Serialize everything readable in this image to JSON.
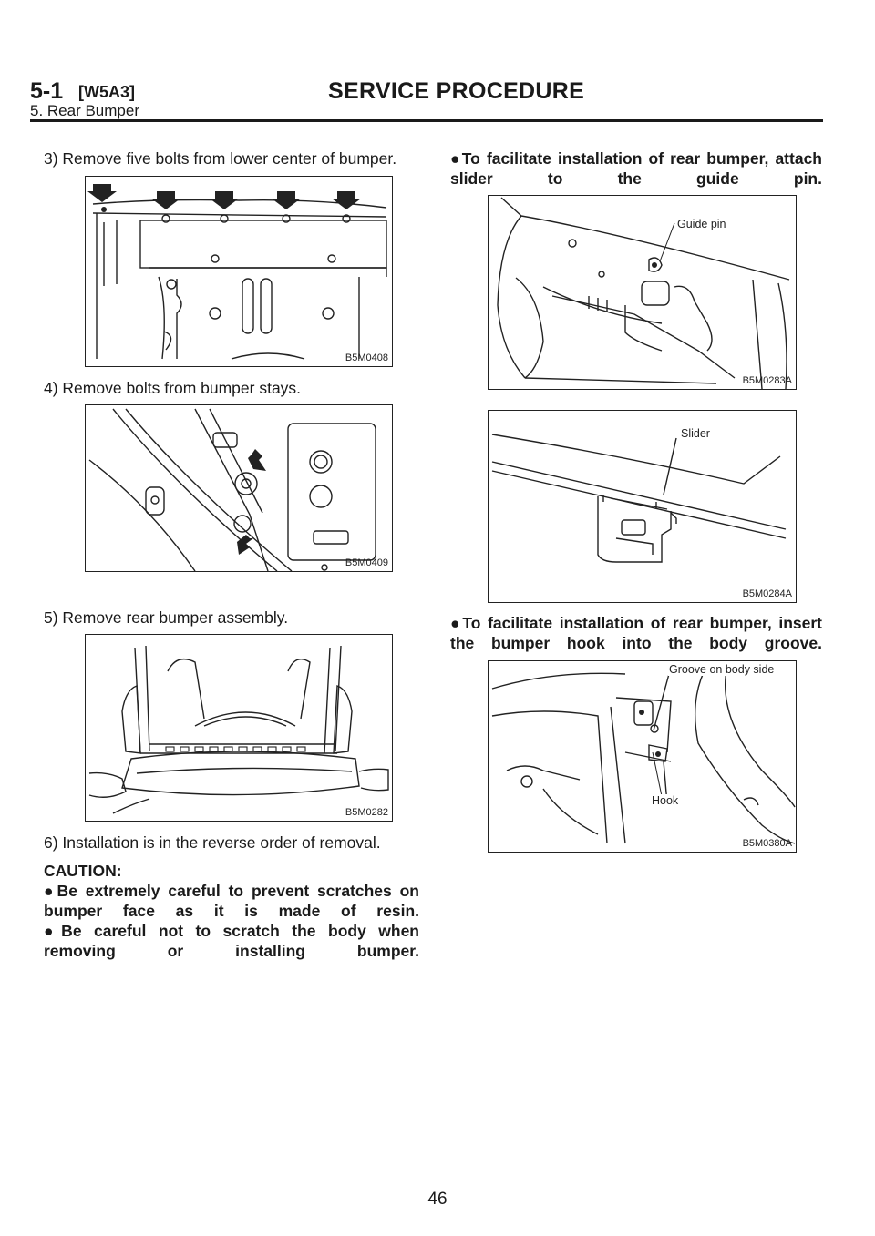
{
  "header": {
    "section_number": "5-1",
    "section_code": "[W5A3]",
    "title": "SERVICE PROCEDURE",
    "subtitle": "5. Rear Bumper"
  },
  "left_column": {
    "step3": "3) Remove five bolts from lower center of bumper.",
    "fig1_id": "B5M0408",
    "step4": "4) Remove bolts from bumper stays.",
    "fig2_id": "B5M0409",
    "step5": "5) Remove rear bumper assembly.",
    "fig3_id": "B5M0282",
    "step6": "6) Installation is in the reverse order of removal.",
    "caution_title": "CAUTION:",
    "caution1": "●Be extremely careful to prevent scratches on bumper face as it is made of resin.",
    "caution2": "●Be careful not to scratch the body when removing or installing bumper."
  },
  "right_column": {
    "note1": "●To facilitate installation of rear bumper, attach slider to the guide pin.",
    "fig4_label": "Guide pin",
    "fig4_id": "B5M0283A",
    "fig5_label": "Slider",
    "fig5_id": "B5M0284A",
    "note2": "●To facilitate installation of rear bumper, insert the bumper hook into the body groove.",
    "fig6_label_groove": "Groove on body side",
    "fig6_label_hook": "Hook",
    "fig6_id": "B5M0380A"
  },
  "footer": {
    "page_number": "46"
  }
}
